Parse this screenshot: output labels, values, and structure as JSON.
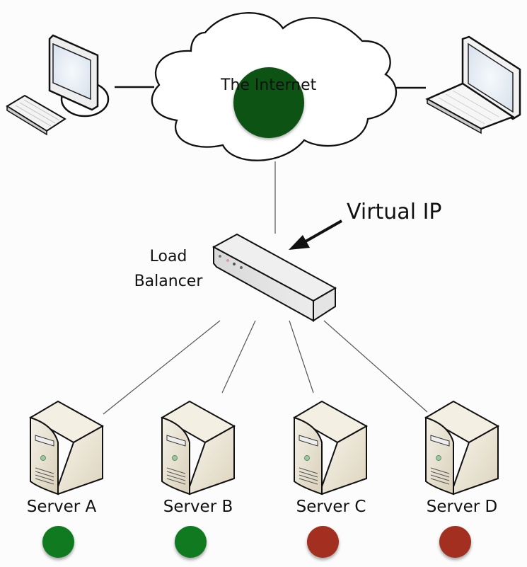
{
  "cloud": {
    "label": "The Internet"
  },
  "load_balancer": {
    "label_line1": "Load",
    "label_line2": "Balancer",
    "callout": "Virtual IP"
  },
  "internet_status": {
    "state": "up",
    "color": "#0d5414"
  },
  "servers": [
    {
      "name": "Server A",
      "state": "up",
      "color": "#0f7a20"
    },
    {
      "name": "Server B",
      "state": "up",
      "color": "#0f7a20"
    },
    {
      "name": "Server C",
      "state": "down",
      "color": "#a32f20"
    },
    {
      "name": "Server D",
      "state": "down",
      "color": "#a32f20"
    }
  ],
  "clients": [
    {
      "type": "desktop-computer"
    },
    {
      "type": "laptop-computer"
    }
  ]
}
